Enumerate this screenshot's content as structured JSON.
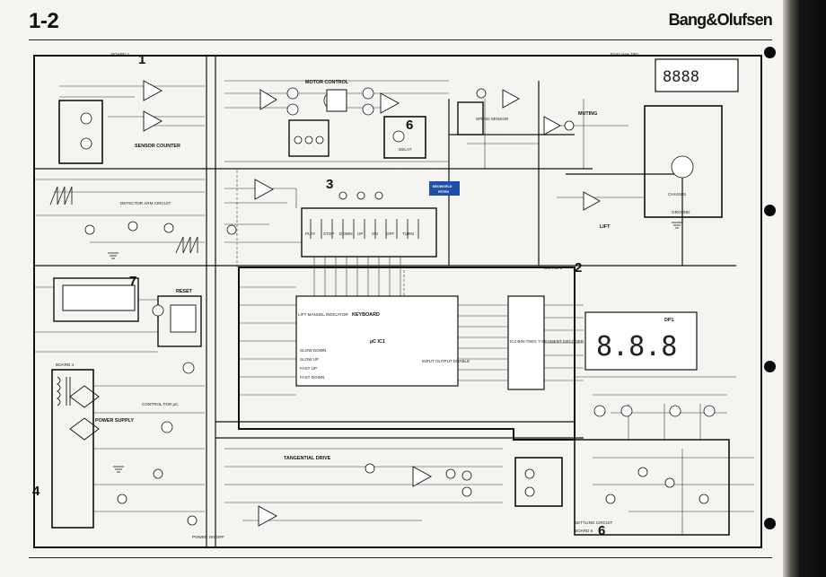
{
  "header": {
    "page_number": "1-2",
    "brand": "Bang&Olufsen"
  },
  "callouts": [
    "1",
    "2",
    "3",
    "4",
    "6",
    "6",
    "7"
  ],
  "blocks": {
    "sensor_counter": "SENSOR COUNTER",
    "motor_control": "MOTOR CONTROL",
    "speed_sensor": "SPEED SENSOR",
    "muting": "MUTING",
    "detector_arm": "DETECTOR ARM CIRCUIT",
    "lift": "LIFT",
    "keyboard": "KEYBOARD",
    "uc": "µC IC1",
    "decoder": "IC4 BIN-7SEG 7-SEGMENT DECODER",
    "dp1": "DP1",
    "reset": "RESET",
    "control_uc": "CONTROL FOR µC",
    "power_supply": "POWER SUPPLY",
    "tangential_drive": "TANGENTIAL DRIVE",
    "power_on_off": "POWER ON/OFF",
    "settling": "SETTLING CIRCUIT",
    "chassis": "CHASSIS",
    "ground": "GROUND",
    "dp1_front": "Front view DP1",
    "board_1": "BOARD 1",
    "board_2": "BOARD 2",
    "board_4": "BOARD 4",
    "board_6": "BOARD 6",
    "delay": "DELAY",
    "indicator": "LIFT MANUEL INDICATOR",
    "slow_down": "SLOW DOWN",
    "slow_up": "SLOW UP",
    "fast_up": "FAST UP",
    "fast_down": "FAST DOWN",
    "input_output": "INPUT OUTPUT ENABLE"
  },
  "keys": [
    "PLAY",
    "STOP",
    "DOWN",
    "UP",
    "ON",
    "OFF",
    "TURN"
  ],
  "display": {
    "small_digits": "8888",
    "big_digits": "8.8.8"
  },
  "watermark": {
    "site": "BEOWORLD",
    "sub": "PETER"
  }
}
